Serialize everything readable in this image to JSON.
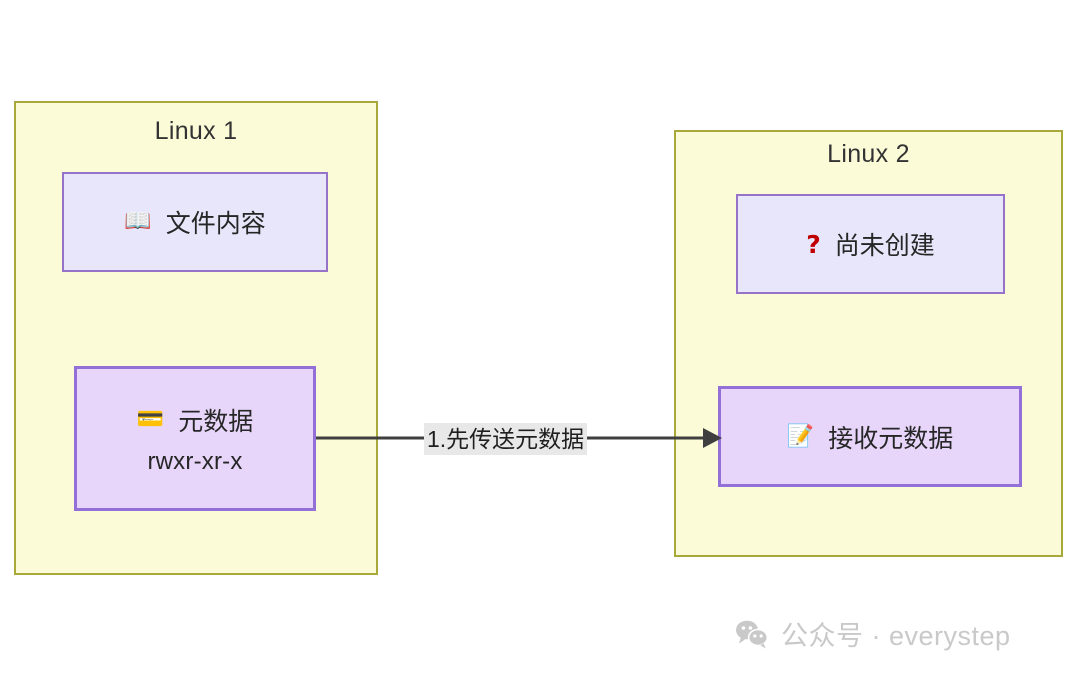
{
  "page": {
    "background": "#ffffff",
    "type": "diagram"
  },
  "hosts": [
    {
      "id": "linux1",
      "title": "Linux 1",
      "fill": "#fcfbd8",
      "border": "#a9a83b"
    },
    {
      "id": "linux2",
      "title": "Linux 2",
      "fill": "#fcfbd8",
      "border": "#a9a83b"
    }
  ],
  "nodes": {
    "file_content": {
      "icon": "open-book-icon",
      "icon_glyph": "📖",
      "label": "文件内容",
      "fill": "#e8e6fa",
      "border": "#9673c8"
    },
    "metadata": {
      "icon": "credit-card-icon",
      "icon_glyph": "💳",
      "label": "元数据",
      "permissions": "rwxr-xr-x",
      "fill": "#e7d6fa",
      "border": "#9370d8"
    },
    "not_created": {
      "icon": "question-mark-icon",
      "icon_glyph": "?",
      "icon_color": "#c00000",
      "label": "尚未创建",
      "fill": "#e8e6fa",
      "border": "#9673c8"
    },
    "receive_metadata": {
      "icon": "memo-pencil-icon",
      "icon_glyph": "📝",
      "label": "接收元数据",
      "fill": "#e7d6fa",
      "border": "#9370d8"
    }
  },
  "arrow": {
    "label": "1.先传送元数据",
    "label_background": "#e8e8e8",
    "line_color": "#3f3f3f",
    "direction": "left-to-right"
  },
  "watermark": {
    "icon": "wechat-icon",
    "text": "公众号 · everystep",
    "color": "#c9c9c9"
  }
}
